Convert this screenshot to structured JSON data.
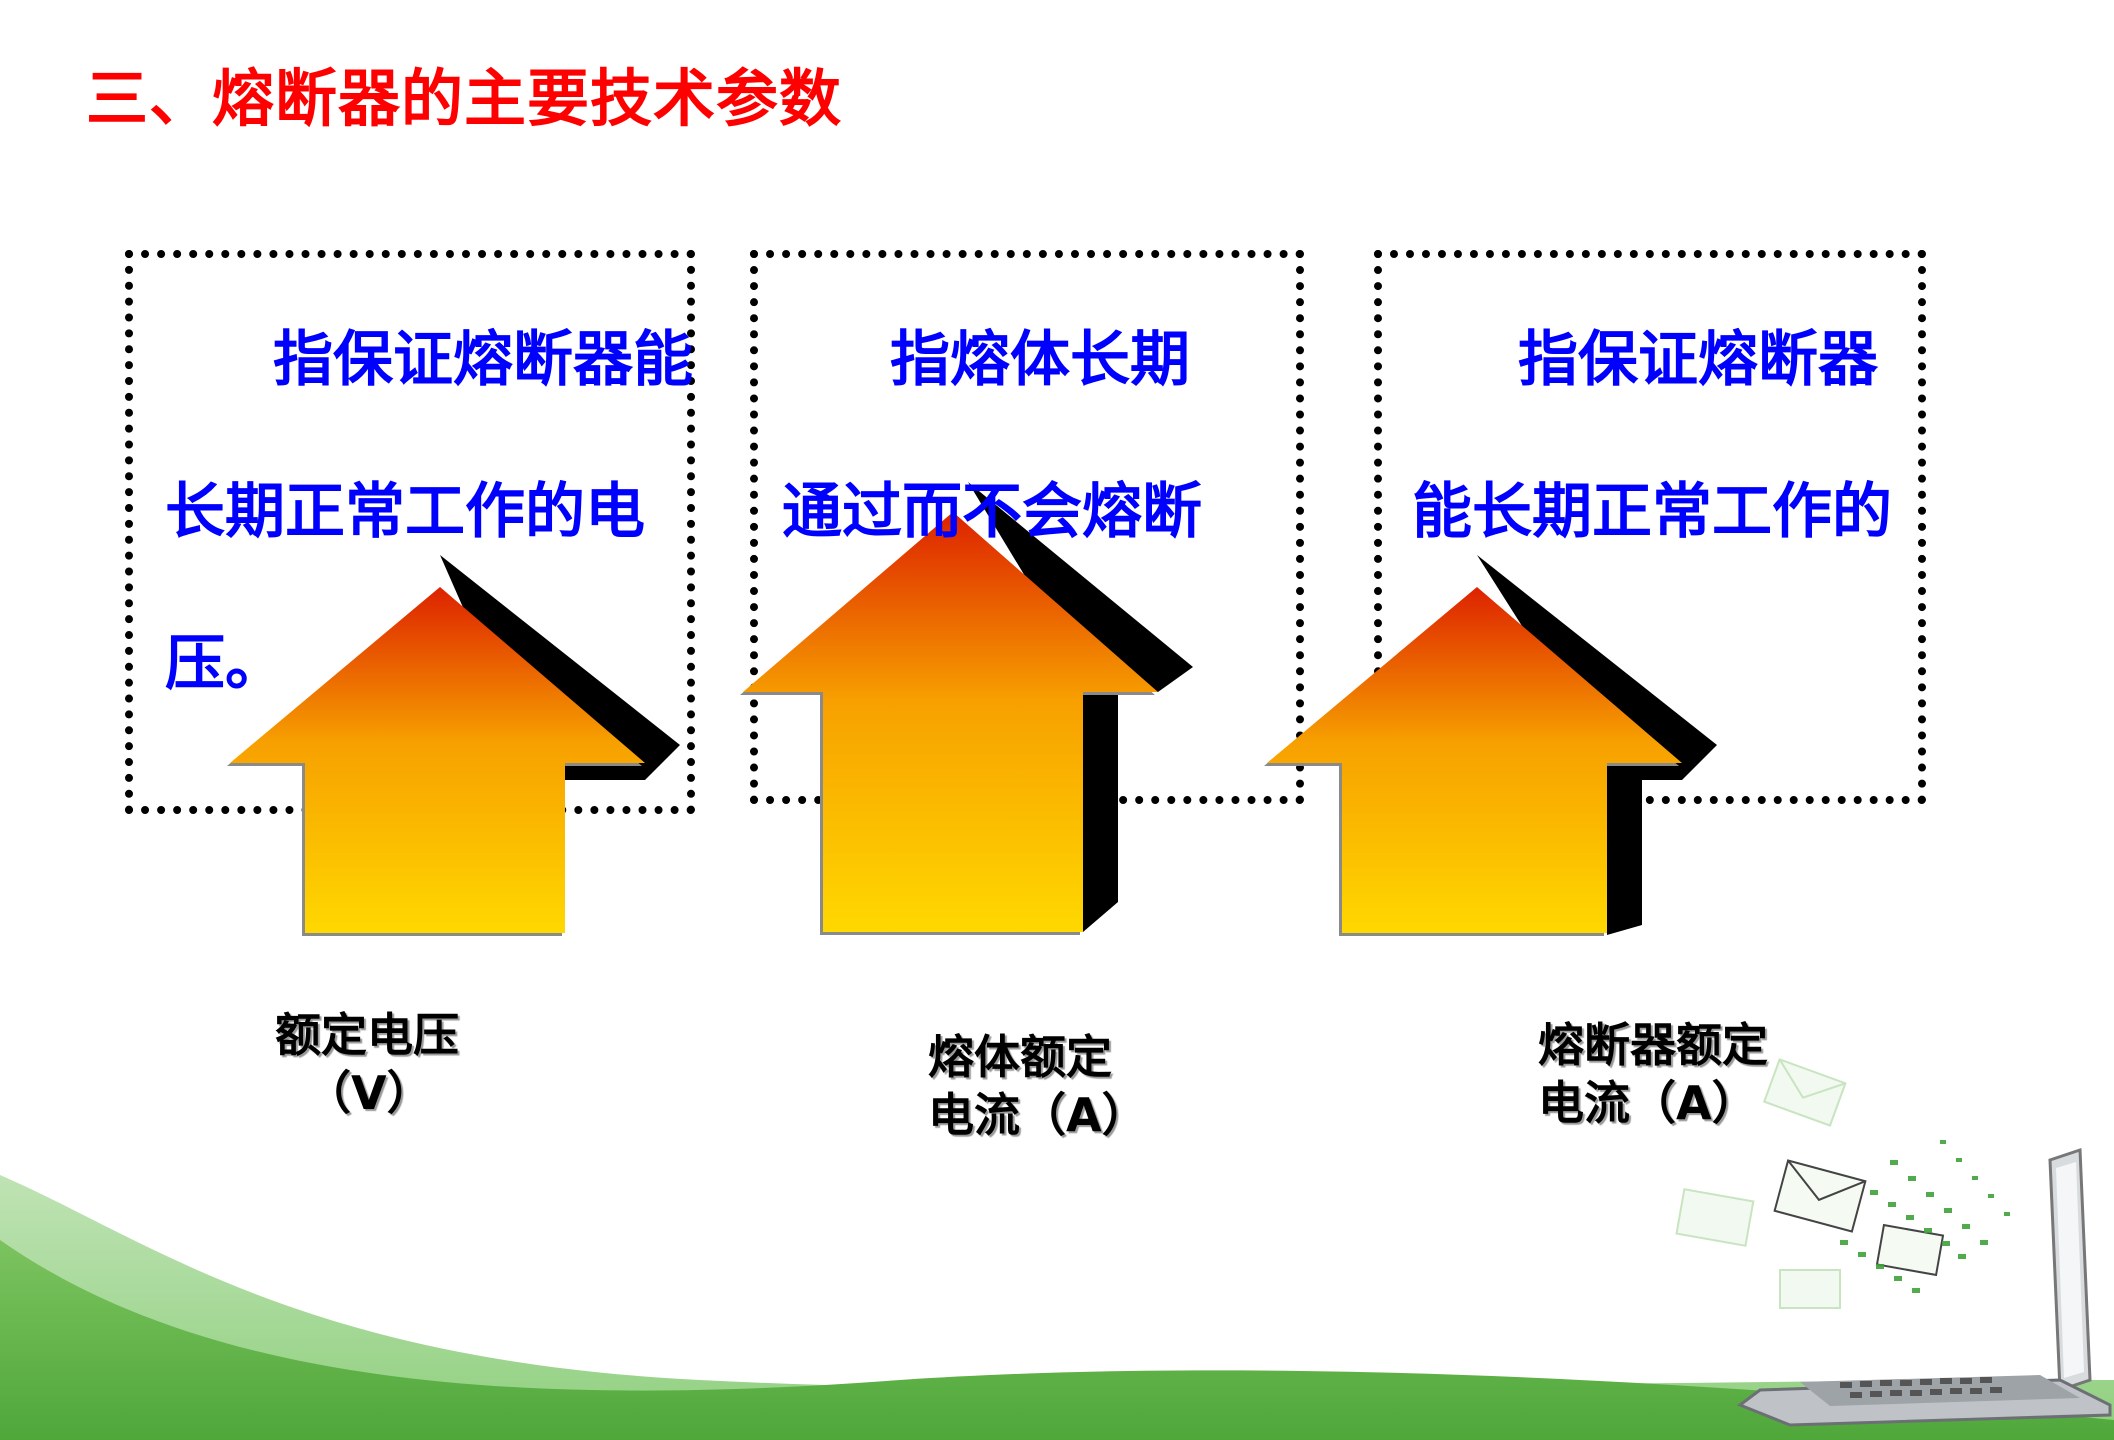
{
  "title": "三、熔断器的主要技术参数",
  "params": [
    {
      "desc_lines": [
        "指保证熔断器能",
        "长期正常工作的电",
        "压。"
      ],
      "label_lines": [
        "额定电压",
        "（V）"
      ]
    },
    {
      "desc_lines": [
        "指熔体长期",
        "通过而不会熔断",
        ""
      ],
      "label_lines": [
        "熔体额定",
        "电流（A）"
      ]
    },
    {
      "desc_lines": [
        "指保证熔断器",
        "能长期正常工作的",
        ""
      ],
      "label_lines": [
        "熔断器额定",
        "电流（A）"
      ]
    }
  ],
  "colors": {
    "title": "#ff0000",
    "desc_text": "#0000ff",
    "arrow_top": "#dd2200",
    "arrow_mid": "#f7a000",
    "arrow_bottom": "#ffd800",
    "green_wave": "#5cb84a"
  },
  "decor": {
    "arrow_icon": "up-arrow-icon",
    "laptop_icon": "laptop-icon",
    "envelope_icon": "envelope-icon"
  }
}
